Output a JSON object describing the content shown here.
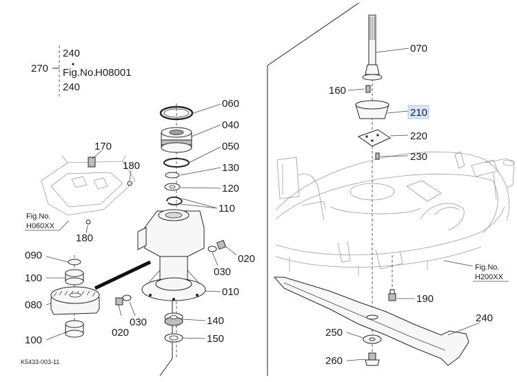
{
  "figure_code": "K5433-003-11",
  "ref_block": {
    "group": "270",
    "top": "240",
    "mid_prefix": "Fig.No.",
    "mid_fig": "H08001",
    "bottom": "240"
  },
  "fig_refs": {
    "gearbox_prefix": "Fig.No.",
    "gearbox_code": "H060XX",
    "deck_prefix": "Fig.No.",
    "deck_code": "H200XX"
  },
  "callouts": {
    "c070": "070",
    "c160": "160",
    "c210": "210",
    "c220": "220",
    "c230": "230",
    "c060": "060",
    "c040": "040",
    "c050": "050",
    "c130": "130",
    "c120": "120",
    "c110": "110",
    "c170": "170",
    "c180a": "180",
    "c180b": "180",
    "c020a": "020",
    "c030a": "030",
    "c010": "010",
    "c090": "090",
    "c100a": "100",
    "c080": "080",
    "c030b": "030",
    "c020b": "020",
    "c140": "140",
    "c150": "150",
    "c100b": "100",
    "c190": "190",
    "c240": "240",
    "c250": "250",
    "c260": "260"
  },
  "highlight": "210"
}
